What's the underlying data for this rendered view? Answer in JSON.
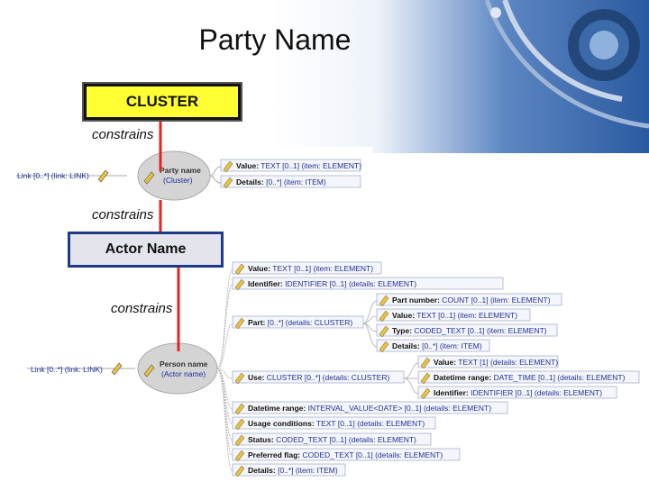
{
  "slide": {
    "title": "Party Name",
    "cluster_box": "CLUSTER",
    "actor_box": "Actor Name",
    "constrains_1": "constrains",
    "constrains_2": "constrains",
    "constrains_3": "constrains"
  },
  "cluster_diagram": {
    "link": "Link [0..*] (link: LINK)",
    "node_line1": "Party name",
    "node_line2": "(Cluster)",
    "children": [
      {
        "bold": "Value:",
        "rest": " TEXT [0..1] (item: ELEMENT)"
      },
      {
        "bold": "Details:",
        "rest": " [0..*] (item: ITEM)"
      }
    ]
  },
  "person_diagram": {
    "link": "Link [0..*] (link: LINK)",
    "node_line1": "Person name",
    "node_line2": "(Actor name)",
    "children": [
      {
        "bold": "Value:",
        "rest": " TEXT [0..1] (item: ELEMENT)"
      },
      {
        "bold": "Identifier:",
        "rest": " IDENTIFIER [0..1] (details: ELEMENT)"
      },
      {
        "bold": "Part:",
        "rest": " [0..*] (details: CLUSTER)"
      },
      {
        "bold": "Use:",
        "rest": " CLUSTER [0..*] (details: CLUSTER)"
      },
      {
        "bold": "Datetime range:",
        "rest": " INTERVAL_VALUE<DATE> [0..1] (details: ELEMENT)"
      },
      {
        "bold": "Usage conditions:",
        "rest": " TEXT [0..1] (details: ELEMENT)"
      },
      {
        "bold": "Status:",
        "rest": " CODED_TEXT [0..1] (details: ELEMENT)"
      },
      {
        "bold": "Preferred flag:",
        "rest": " CODED_TEXT [0..1] (details: ELEMENT)"
      },
      {
        "bold": "Details:",
        "rest": " [0..*] (item: ITEM)"
      }
    ],
    "part_children": [
      {
        "bold": "Part number:",
        "rest": " COUNT [0..1] (item: ELEMENT)"
      },
      {
        "bold": "Value:",
        "rest": " TEXT [0..1] (item: ELEMENT)"
      },
      {
        "bold": "Type:",
        "rest": " CODED_TEXT [0..1] (item: ELEMENT)"
      },
      {
        "bold": "Details:",
        "rest": " [0..*] (item: ITEM)"
      }
    ],
    "use_children": [
      {
        "bold": "Value:",
        "rest": " TEXT [1] (details: ELEMENT)"
      },
      {
        "bold": "Datetime range:",
        "rest": " DATE_TIME [0..1] (details: ELEMENT)"
      },
      {
        "bold": "Identifier:",
        "rest": " IDENTIFIER [0..1] (details: ELEMENT)"
      }
    ]
  }
}
